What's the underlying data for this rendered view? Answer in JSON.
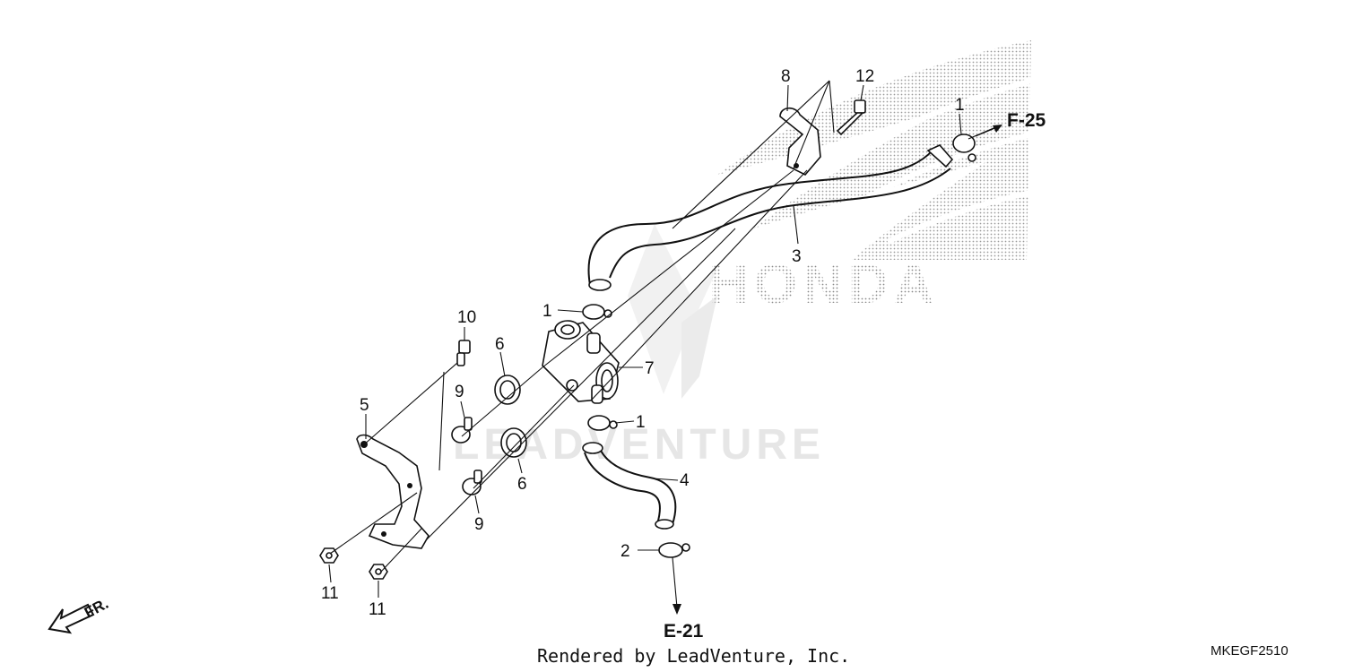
{
  "diagram": {
    "callouts": [
      {
        "id": "c1a",
        "text": "1"
      },
      {
        "id": "c1b",
        "text": "1"
      },
      {
        "id": "c1c",
        "text": "1"
      },
      {
        "id": "c2",
        "text": "2"
      },
      {
        "id": "c3",
        "text": "3"
      },
      {
        "id": "c4",
        "text": "4"
      },
      {
        "id": "c5",
        "text": "5"
      },
      {
        "id": "c6a",
        "text": "6"
      },
      {
        "id": "c6b",
        "text": "6"
      },
      {
        "id": "c7",
        "text": "7"
      },
      {
        "id": "c8",
        "text": "8"
      },
      {
        "id": "c9a",
        "text": "9"
      },
      {
        "id": "c9b",
        "text": "9"
      },
      {
        "id": "c10",
        "text": "10"
      },
      {
        "id": "c11a",
        "text": "11"
      },
      {
        "id": "c11b",
        "text": "11"
      },
      {
        "id": "c12",
        "text": "12"
      }
    ],
    "references": {
      "top": "F-25",
      "bottom": "E-21"
    },
    "direction_label": "FR.",
    "watermark_brand": "HONDA",
    "watermark_text": "LEADVENTURE",
    "credit": "Rendered by LeadVenture, Inc.",
    "diagram_code": "MKEGF2510"
  }
}
